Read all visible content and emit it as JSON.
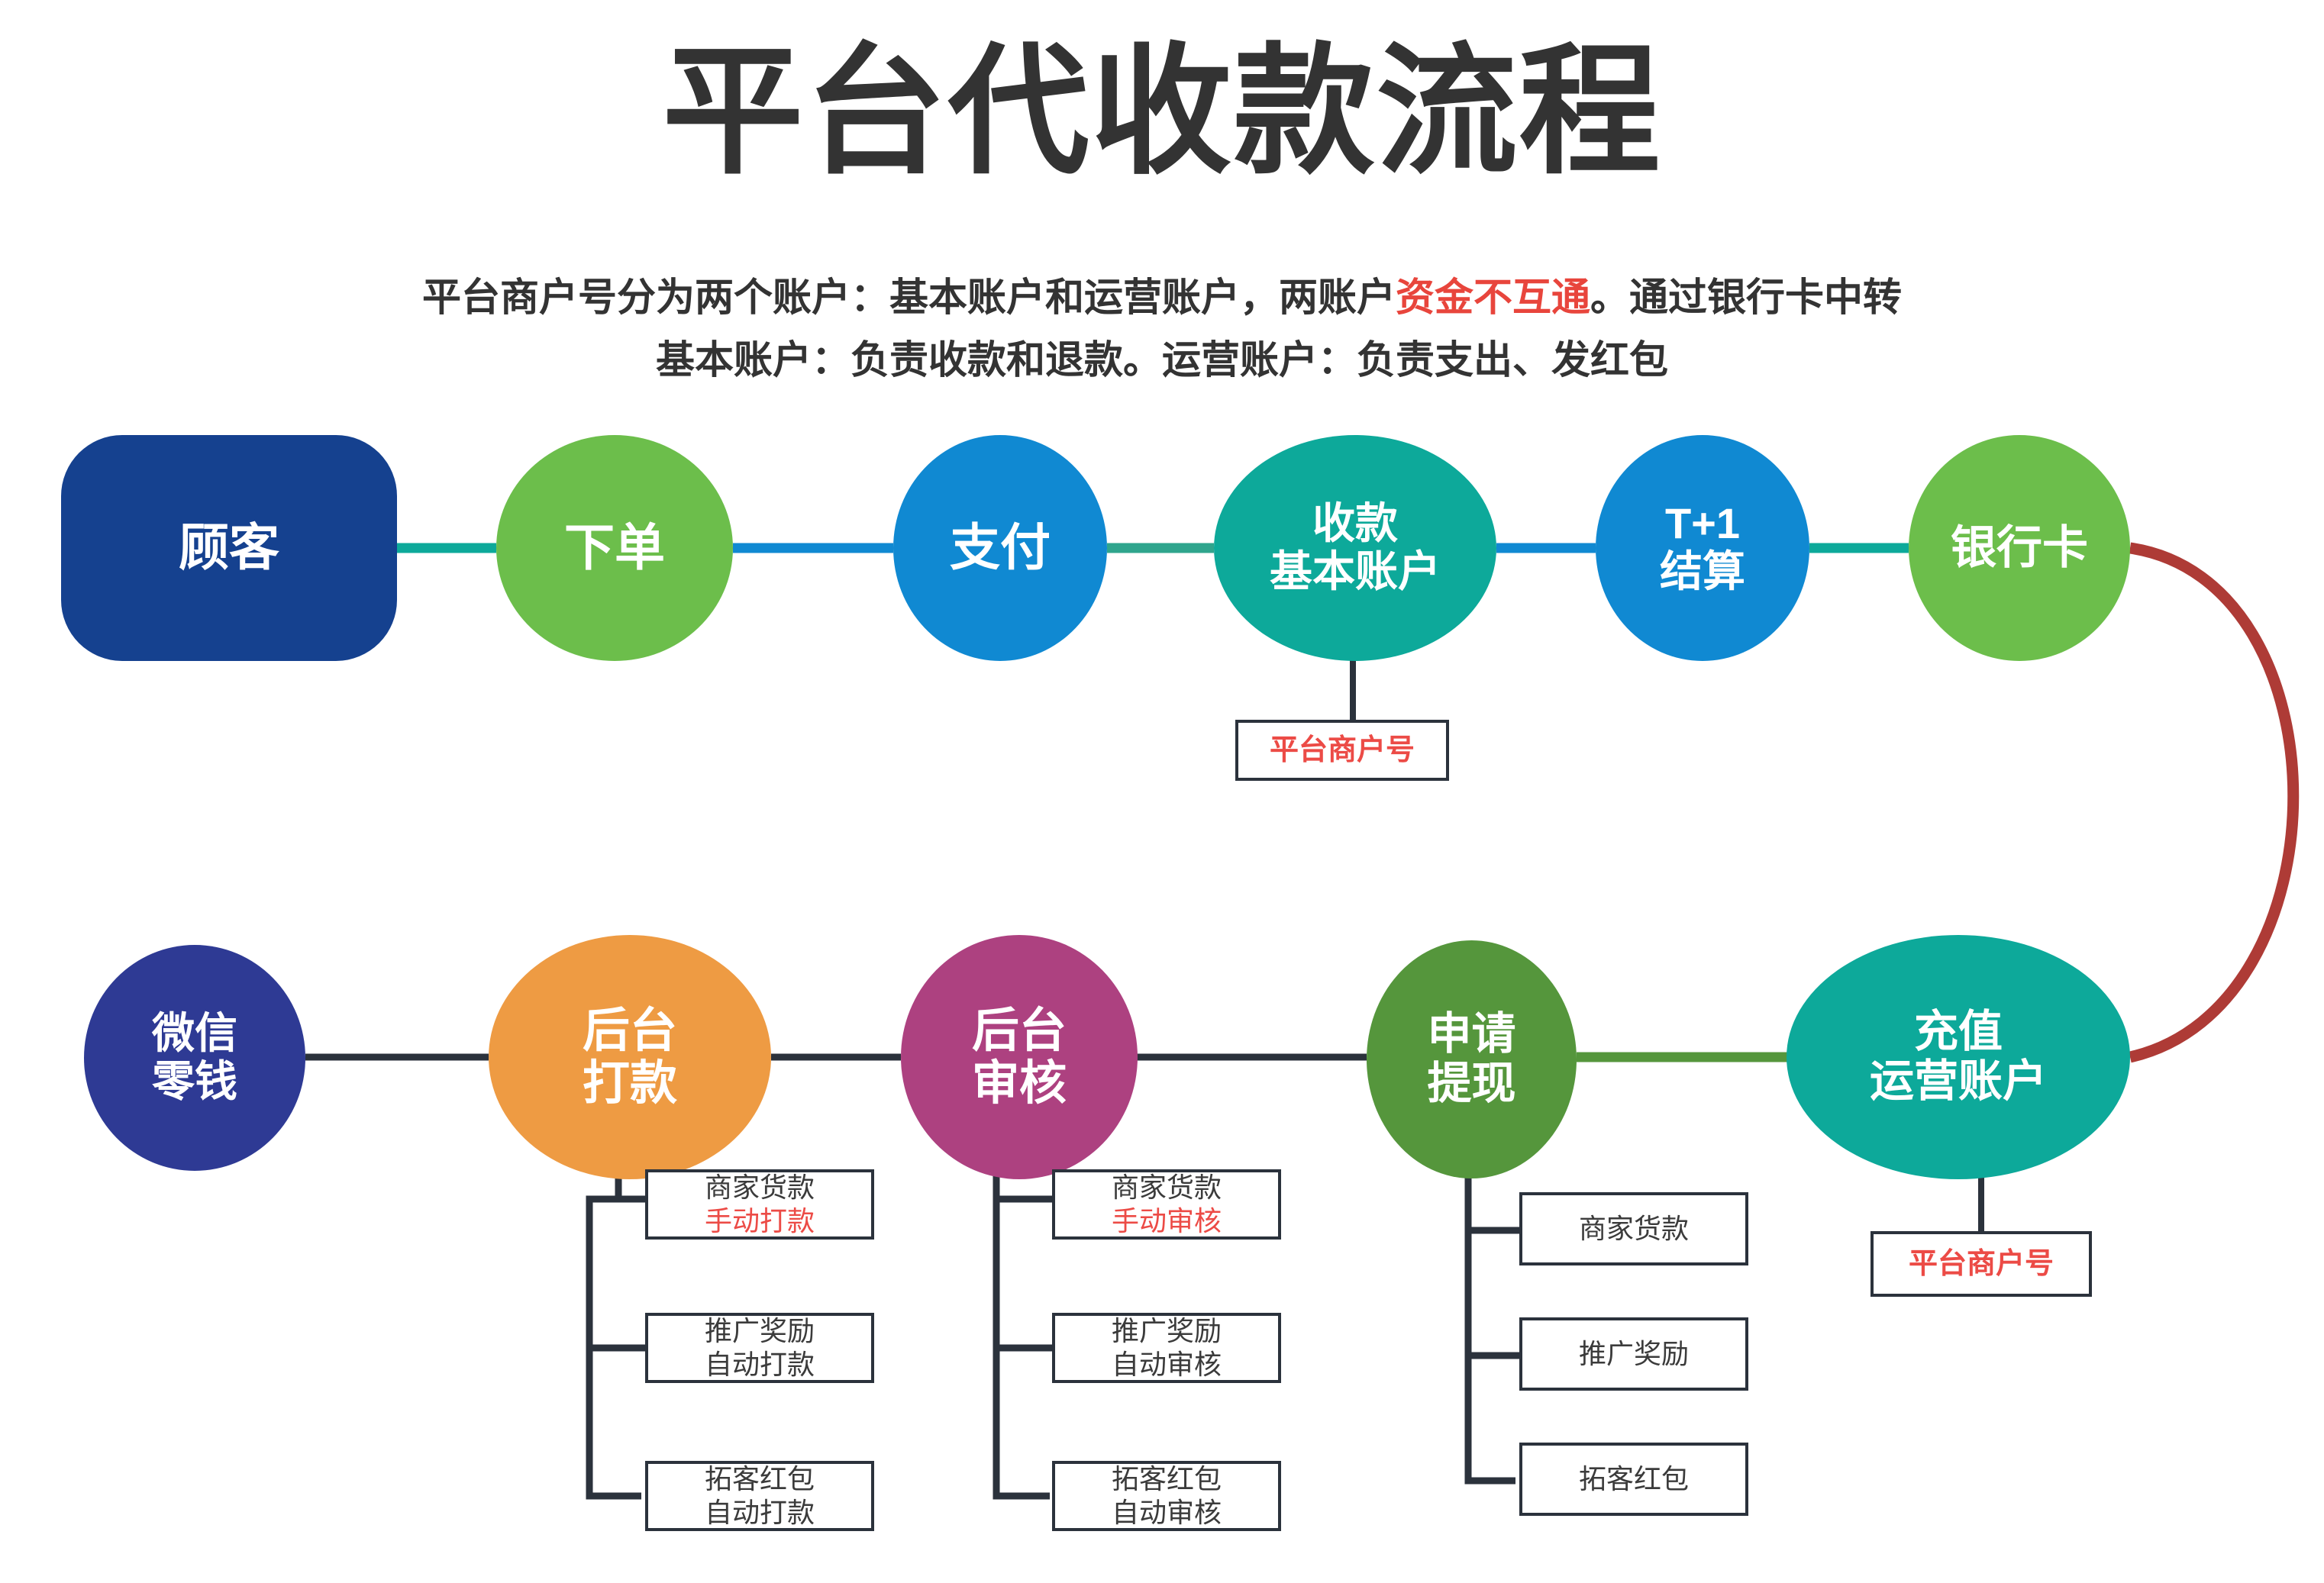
{
  "title": "平台代收款流程",
  "subtitle": {
    "line1_a": "平台商户号分为两个账户：基本账户和运营账户，两账户",
    "line1_hl": "资金不互通",
    "line1_b": "。通过银行卡中转",
    "line2": "基本账户：负责收款和退款。运营账户：负责支出、发红包"
  },
  "row1": {
    "customer": "顾客",
    "order": "下单",
    "pay": "支付",
    "collect_l1": "收款",
    "collect_l2": "基本账户",
    "settle_l1": "T+1",
    "settle_l2": "结算",
    "bankcard": "银行卡",
    "merchant_tag": "平台商户号"
  },
  "row2": {
    "wechat_l1": "微信",
    "wechat_l2": "零钱",
    "payout_l1": "后台",
    "payout_l2": "打款",
    "review_l1": "后台",
    "review_l2": "审核",
    "withdraw_l1": "申请",
    "withdraw_l2": "提现",
    "topup_l1": "充值",
    "topup_l2": "运营账户",
    "merchant_tag": "平台商户号"
  },
  "payout_branches": [
    {
      "line1": "商家货款",
      "line2": "手动打款",
      "line2_red": true
    },
    {
      "line1": "推广奖励",
      "line2": "自动打款",
      "line2_red": false
    },
    {
      "line1": "拓客红包",
      "line2": "自动打款",
      "line2_red": false
    }
  ],
  "review_branches": [
    {
      "line1": "商家货款",
      "line2": "手动审核",
      "line2_red": true
    },
    {
      "line1": "推广奖励",
      "line2": "自动审核",
      "line2_red": false
    },
    {
      "line1": "拓客红包",
      "line2": "自动审核",
      "line2_red": false
    }
  ],
  "withdraw_branches": [
    {
      "line1": "商家货款"
    },
    {
      "line1": "推广奖励"
    },
    {
      "line1": "拓客红包"
    }
  ],
  "colors": {
    "dark_blue": "#15418F",
    "indigo": "#2E3A94",
    "green": "#6CBE4B",
    "blue": "#1089D2",
    "teal": "#0DA99A",
    "olive": "#55963C",
    "orange": "#EE9B43",
    "magenta": "#AD4180",
    "dark_red": "#AE3B36",
    "ink": "#2b323c",
    "accent_red": "#ec4b46"
  }
}
